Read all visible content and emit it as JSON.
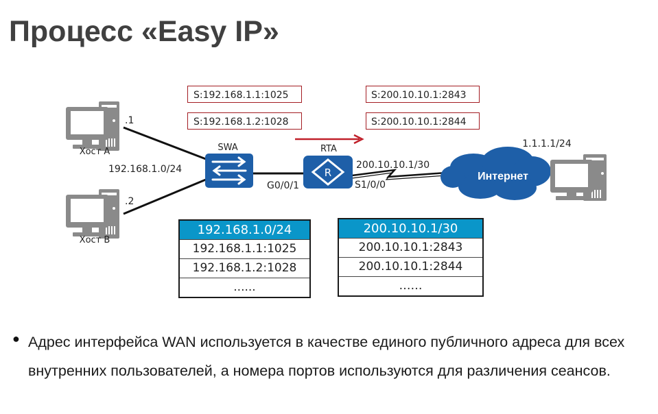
{
  "slide": {
    "title": "Процесс «Easy IP»"
  },
  "diagram": {
    "hosts": [
      {
        "name": "Хост A",
        "ip_suffix": ".1"
      },
      {
        "name": "Хост B",
        "ip_suffix": ".2"
      }
    ],
    "lan_network": "192.168.1.0/24",
    "switch": {
      "name": "SWA"
    },
    "router": {
      "name": "RTA",
      "lan_interface": "G0/0/1",
      "wan_interface": "S1/0/0",
      "wan_address": "200.10.10.1/30"
    },
    "internet": {
      "label": "Интернет"
    },
    "remote_host": {
      "ip": "1.1.1.1/24"
    },
    "source_before": [
      "S:192.168.1.1:1025",
      "S:192.168.1.2:1028"
    ],
    "source_after": [
      "S:200.10.10.1:2843",
      "S:200.10.10.1:2844"
    ],
    "arrow_color": "#c0202a",
    "box_border_color": "#a31c22",
    "device_color": "#1e5fa8",
    "header_color": "#0a96c9"
  },
  "tables": [
    {
      "header": "192.168.1.0/24",
      "rows": [
        "192.168.1.1:1025",
        "192.168.1.2:1028",
        "......"
      ]
    },
    {
      "header": "200.10.10.1/30",
      "rows": [
        "200.10.10.1:2843",
        "200.10.10.1:2844",
        "……"
      ]
    }
  ],
  "bullets": [
    {
      "text": "Адрес интерфейса WAN используется в качестве единого публичного адреса для всех внутренних  пользователей, а номера портов используются для различения сеансов."
    }
  ]
}
